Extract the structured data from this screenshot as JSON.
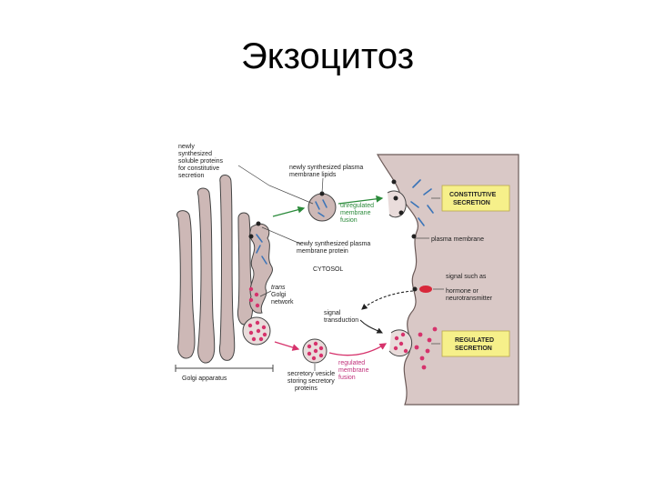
{
  "title": "Экзоцитоз",
  "labels": {
    "newly_synthesized_soluble": [
      "newly",
      "synthesized",
      "soluble proteins",
      "for constitutive",
      "secretion"
    ],
    "membrane_lipids": [
      "newly synthesized plasma",
      "membrane lipids"
    ],
    "unregulated_fusion": [
      "unregulated",
      "membrane",
      "fusion"
    ],
    "membrane_protein": [
      "newly synthesized plasma",
      "membrane protein"
    ],
    "cytosol": "CYTOSOL",
    "trans_golgi": [
      "trans",
      "Golgi",
      "network"
    ],
    "signal_transduction": [
      "signal",
      "transduction"
    ],
    "secretory_vesicle": [
      "secretory vesicle",
      "storing secretory",
      "proteins"
    ],
    "regulated_fusion": [
      "regulated",
      "membrane",
      "fusion"
    ],
    "golgi_apparatus": "Golgi apparatus",
    "plasma_membrane": "plasma membrane",
    "signal_such_as": [
      "signal such as",
      "hormone or",
      "neurotransmitter"
    ],
    "constitutive_secretion": [
      "CONSTITUTIVE",
      "SECRETION"
    ],
    "regulated_secretion": [
      "REGULATED",
      "SECRETION"
    ]
  },
  "colors": {
    "golgi_fill": "#cdb8b6",
    "extracellular": "#d9c8c6",
    "box_yellow": "#f6f08a",
    "protein_pink": "#d6336c",
    "lipid_blue": "#3a74b8",
    "green_arrow": "#2a8a3a",
    "signal_red": "#d8283a"
  }
}
